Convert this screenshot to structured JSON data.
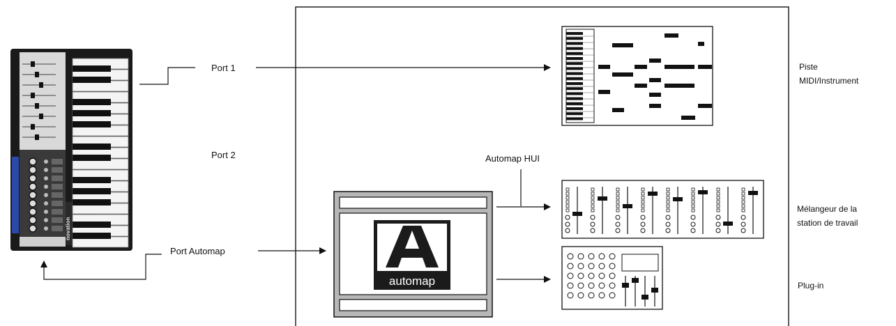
{
  "ports": {
    "port1": "Port 1",
    "port2": "Port 2",
    "automap_port": "Port Automap"
  },
  "automap_hui": "Automap HUI",
  "logo_text": "automap",
  "destinations": {
    "midi_track": [
      "Piste",
      "MIDI/Instrument"
    ],
    "mixer": [
      "Mélangeur de la",
      "station de travail"
    ],
    "plugin": "Plug-in"
  },
  "controller": {
    "brand": "novation"
  }
}
